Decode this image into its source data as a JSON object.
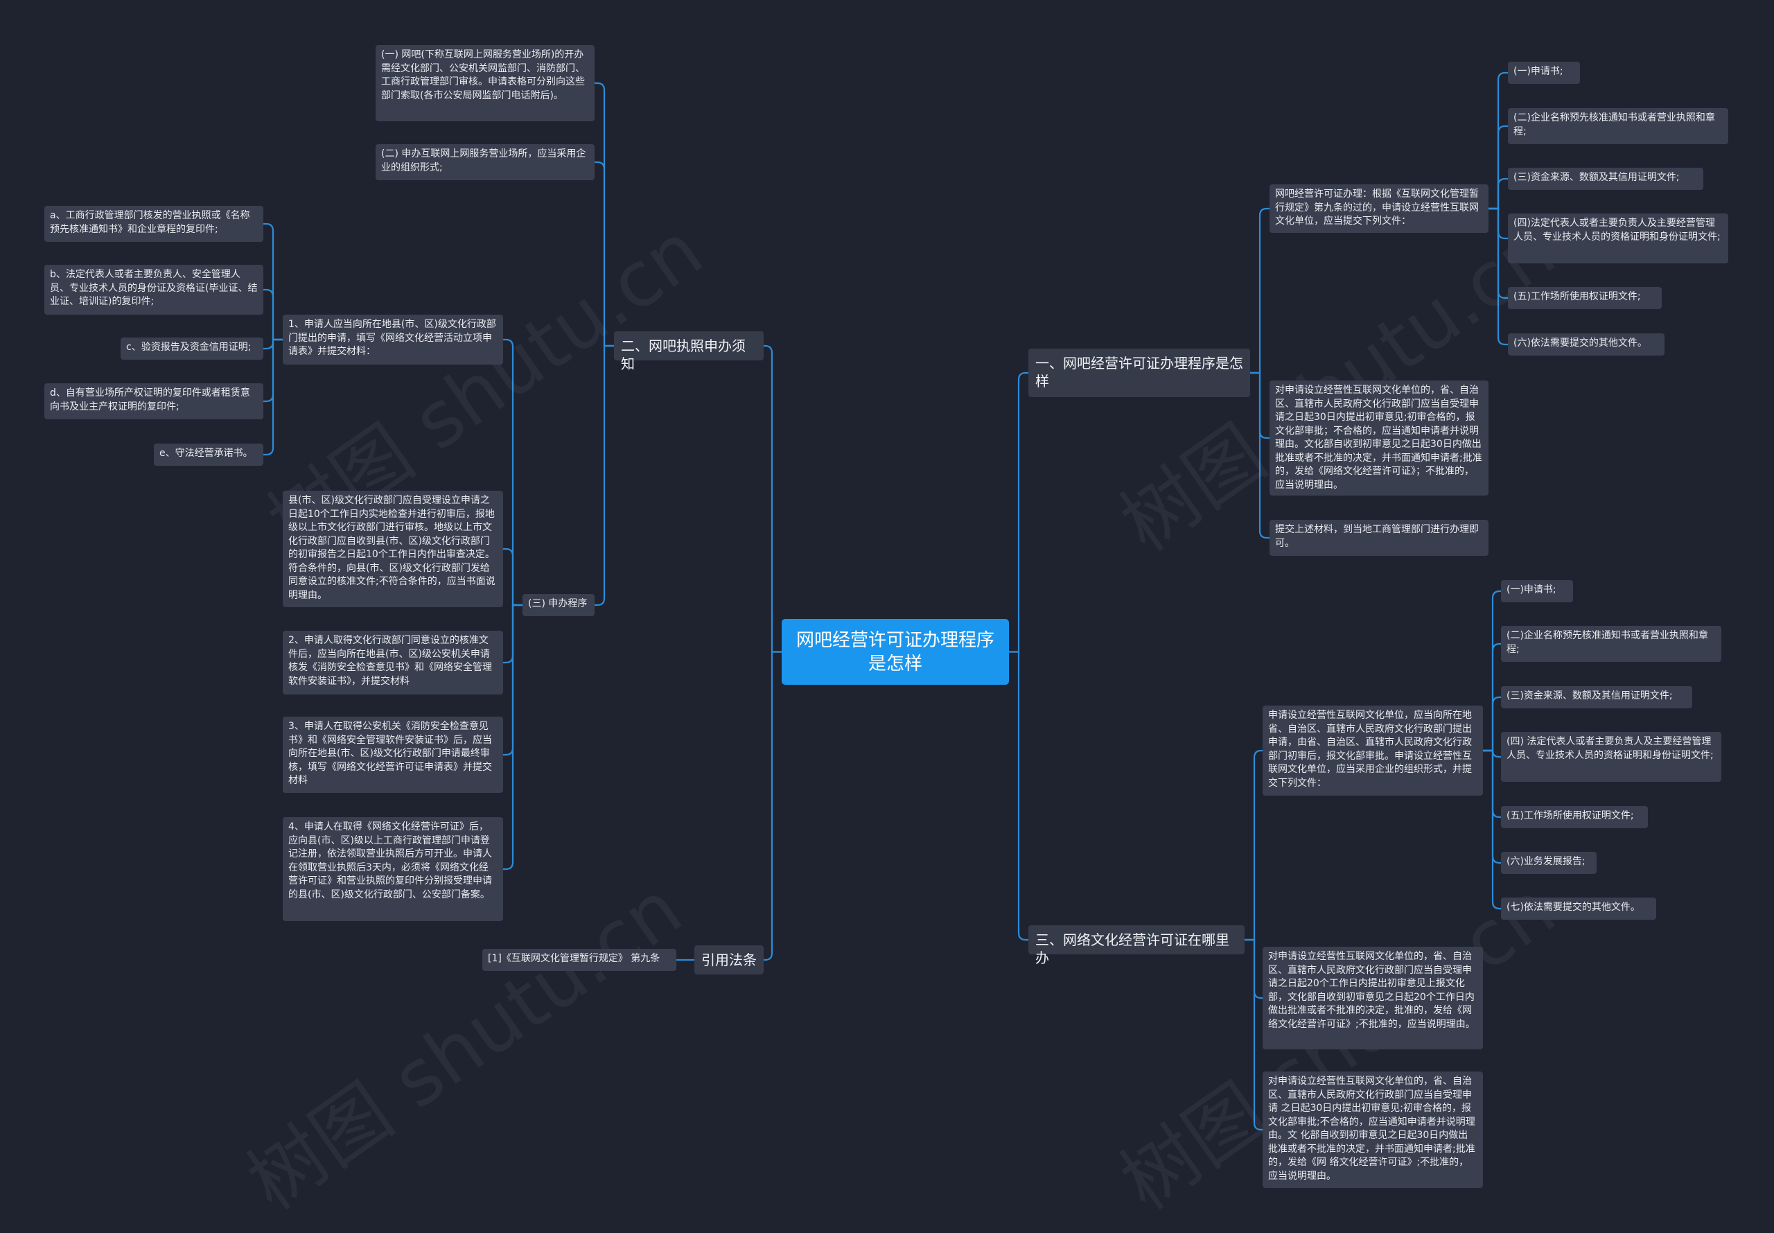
{
  "root": "网吧经营许可证办理程序是怎样",
  "branches": {
    "b1": "一、网吧经营许可证办理程序是怎样",
    "b2": "二、网吧执照申办须知",
    "b3": "三、网络文化经营许可证在哪里办",
    "b4": "引用法条"
  },
  "b1": {
    "intro": "网吧经营许可证办理：根据《互联网文化管理暂行规定》第九条的过的，申请设立经营性互联网文化单位，应当提交下列文件：",
    "docs": [
      "(一)申请书;",
      "(二)企业名称预先核准通知书或者营业执照和章程;",
      "(三)资金来源、数额及其信用证明文件;",
      "(四)法定代表人或者主要负责人及主要经营管理人员、专业技术人员的资格证明和身份证明文件;",
      "(五)工作场所使用权证明文件;",
      "(六)依法需要提交的其他文件。"
    ],
    "review": "对申请设立经营性互联网文化单位的，省、自治区、直辖市人民政府文化行政部门应当自受理申请之日起30日内提出初审意见;初审合格的，报文化部审批；不合格的，应当通知申请者并说明理由。文化部自收到初审意见之日起30日内做出批准或者不批准的决定，并书面通知申请者;批准的，发给《网络文化经营许可证》；不批准的，应当说明理由。",
    "submit": "提交上述材料，到当地工商管理部门进行办理即可。"
  },
  "b2": {
    "p1": "(一) 网吧(下称互联网上网服务营业场所)的开办需经文化部门、公安机关网监部门、消防部门、工商行政管理部门审核。申请表格可分别向这些部门索取(各市公安局网监部门电话附后)。",
    "p2": "(二) 申办互联网上网服务营业场所，应当采用企业的组织形式;",
    "p3": "(三) 申办程序",
    "step1": "1、申请人应当向所在地县(市、区)级文化行政部门提出的申请，填写《网络文化经营活动立项申请表》并提交材料：",
    "step1_items": [
      "a、工商行政管理部门核发的营业执照或《名称预先核准通知书》和企业章程的复印件;",
      "b、法定代表人或者主要负责人、安全管理人员、专业技术人员的身份证及资格证(毕业证、结业证、培训证)的复印件;",
      "c、验资报告及资金信用证明;",
      "d、自有营业场所产权证明的复印件或者租赁意向书及业主产权证明的复印件;",
      "e、守法经营承诺书。"
    ],
    "county": "县(市、区)级文化行政部门应自受理设立申请之日起10个工作日内实地检查并进行初审后，报地级以上市文化行政部门进行审核。地级以上市文化行政部门应自收到县(市、区)级文化行政部门的初审报告之日起10个工作日内作出审查决定。符合条件的，向县(市、区)级文化行政部门发给同意设立的核准文件;不符合条件的，应当书面说明理由。",
    "step2": "2、申请人取得文化行政部门同意设立的核准文件后，应当向所在地县(市、区)级公安机关申请核发《消防安全检查意见书》和《网络安全管理软件安装证书》，并提交材料",
    "step3": "3、申请人在取得公安机关《消防安全检查意见书》和《网络安全管理软件安装证书》后，应当向所在地县(市、区)级文化行政部门申请最终审核，填写《网络文化经营许可证申请表》并提交材料",
    "step4": "4、申请人在取得《网络文化经营许可证》后，应向县(市、区)级以上工商行政管理部门申请登记注册，依法领取营业执照后方可开业。申请人在领取营业执照后3天内，必须将《网络文化经营许可证》和营业执照的复印件分别报受理申请的县(市、区)级文化行政部门、公安部门备案。"
  },
  "b3": {
    "intro": "申请设立经营性互联网文化单位，应当向所在地省、自治区、直辖市人民政府文化行政部门提出申请，由省、自治区、直辖市人民政府文化行政部门初审后，报文化部审批。申请设立经营性互联网文化单位，应当采用企业的组织形式，并提交下列文件：",
    "docs": [
      "(一)申请书;",
      "(二)企业名称预先核准通知书或者营业执照和章程;",
      "(三)资金来源、数额及其信用证明文件;",
      "(四) 法定代表人或者主要负责人及主要经营管理人员、专业技术人员的资格证明和身份证明文件;",
      "(五)工作场所使用权证明文件;",
      "(六)业务发展报告;",
      "(七)依法需要提交的其他文件。"
    ],
    "review20": "对申请设立经营性互联网文化单位的，省、自治区、直辖市人民政府文化行政部门应当自受理申请之日起20个工作日内提出初审意见上报文化部，文化部自收到初审意见之日起20个工作日内做出批准或者不批准的决定，批准的，发给《网络文化经营许可证》;不批准的，应当说明理由。",
    "review30": "对申请设立经营性互联网文化单位的，省、自治区、直辖市人民政府文化行政部门应当自受理申请 之日起30日内提出初审意见;初审合格的，报文化部审批;不合格的，应当通知申请者并说明理由。文 化部自收到初审意见之日起30日内做出批准或者不批准的决定，并书面通知申请者;批准的，发给《网 络文化经营许可证》;不批准的，应当说明理由。"
  },
  "b4": {
    "ref": "[1]《互联网文化管理暂行规定》 第九条"
  },
  "colors": {
    "background": "#1f2330",
    "node": "#3a3f4f",
    "root": "#1a96ee",
    "link": "#2c8cd8"
  }
}
